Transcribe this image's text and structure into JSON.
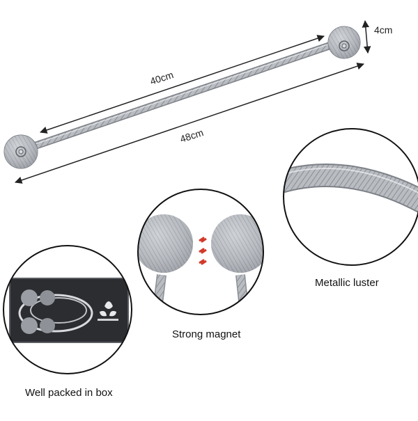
{
  "dimensions": {
    "inner_length": "40cm",
    "outer_length": "48cm",
    "ball_diameter": "4cm"
  },
  "features": [
    {
      "id": "box",
      "caption": "Well packed in box"
    },
    {
      "id": "magnet",
      "caption": "Strong magnet"
    },
    {
      "id": "luster",
      "caption": "Metallic luster"
    }
  ],
  "colors": {
    "background": "#ffffff",
    "metal": "#b9bcc1",
    "metal_dark": "#7d8187",
    "box": "#2b2d31",
    "magnet_symbol": "#d23a2a",
    "outline": "#111111"
  }
}
